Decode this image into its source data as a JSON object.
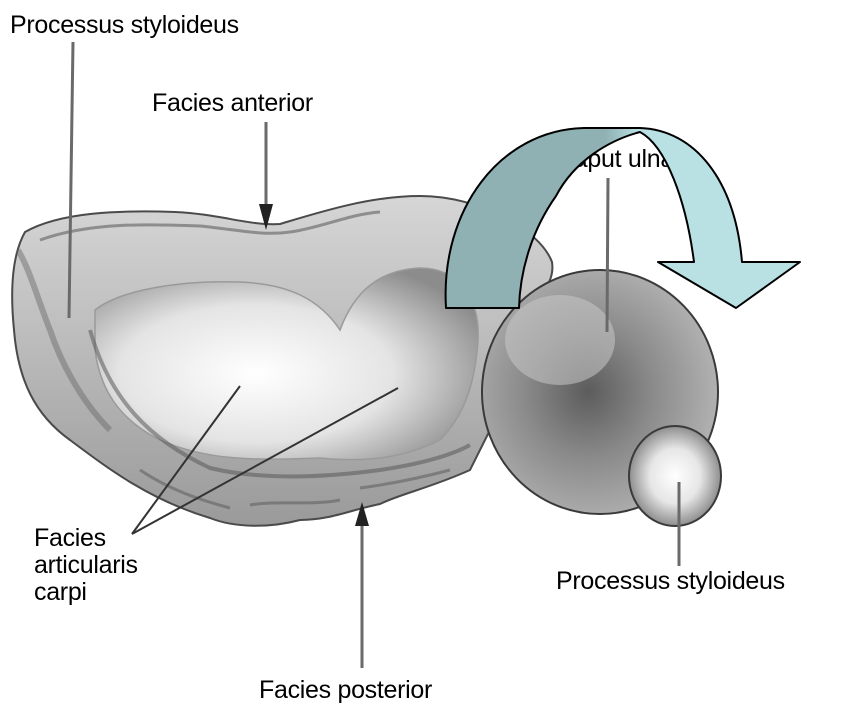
{
  "labels": {
    "processus_styloideus_left": "Processus styloideus",
    "facies_anterior": "Facies anterior",
    "caput": "Caput ulnae",
    "facies_articularis_line1": "Facies",
    "facies_articularis_line2": "articularis",
    "facies_articularis_line3": "carpi",
    "processus_styloideus_right": "Processus styloideus",
    "facies_posterior": "Facies posterior"
  },
  "colors": {
    "bone_light": "#f2f2f2",
    "bone_mid": "#bdbdbd",
    "bone_dark": "#6e6e6e",
    "arrow_left": "#8fb1b3",
    "arrow_right": "#b9e1e4",
    "arrow_stroke": "#000000"
  },
  "icons": [
    "rotation-arrow-icon"
  ]
}
